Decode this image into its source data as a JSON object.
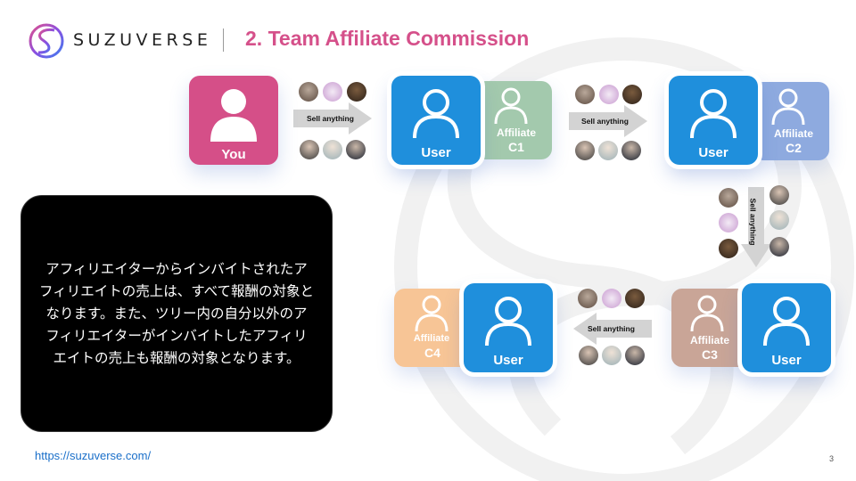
{
  "header": {
    "brand": "SUZUVERSE",
    "title": "2. Team Affiliate Commission",
    "logo_icon": "suzuverse-s-logo-icon"
  },
  "colors": {
    "title_pink": "#d5508a",
    "you_card": "#d54f88",
    "user_card": "#1f8fdc",
    "affiliate_c1": "#a3c9ad",
    "affiliate_c2": "#8eaadf",
    "affiliate_c3": "#c9a597",
    "affiliate_c4": "#f7c596",
    "arrow_gray": "#d3d3d3",
    "link_blue": "#1a6fc9"
  },
  "diagram": {
    "nodes": [
      {
        "id": "you",
        "label": "You"
      },
      {
        "id": "user1",
        "label": "User",
        "affiliate": {
          "label": "Affiliate",
          "code": "C1"
        }
      },
      {
        "id": "user2",
        "label": "User",
        "affiliate": {
          "label": "Affiliate",
          "code": "C2"
        }
      },
      {
        "id": "user3",
        "label": "User",
        "affiliate": {
          "label": "Affiliate",
          "code": "C3"
        }
      },
      {
        "id": "user4",
        "label": "User",
        "affiliate": {
          "label": "Affiliate",
          "code": "C4"
        }
      }
    ],
    "arrows": [
      {
        "from": "you",
        "to": "user1",
        "label": "Sell anything",
        "direction": "right"
      },
      {
        "from": "user1",
        "to": "user2",
        "label": "Sell anything",
        "direction": "right"
      },
      {
        "from": "user2",
        "to": "user3",
        "label": "Sell anything",
        "direction": "down"
      },
      {
        "from": "user3",
        "to": "user4",
        "label": "Sell anything",
        "direction": "left"
      }
    ],
    "avatar_set": [
      "avatar-portrait-1",
      "avatar-abstract-swirl",
      "avatar-portrait-dark",
      "avatar-woman-1",
      "avatar-woman-2",
      "avatar-man-suit"
    ]
  },
  "info_box": {
    "text": "アフィリエイターからインバイトされたアフィリエイトの売上は、すべて報酬の対象となります。また、ツリー内の自分以外のアフィリエイターがインバイトしたアフィリエイトの売上も報酬の対象となります。"
  },
  "footer": {
    "url": "https://suzuverse.com/",
    "page_number": "3"
  }
}
